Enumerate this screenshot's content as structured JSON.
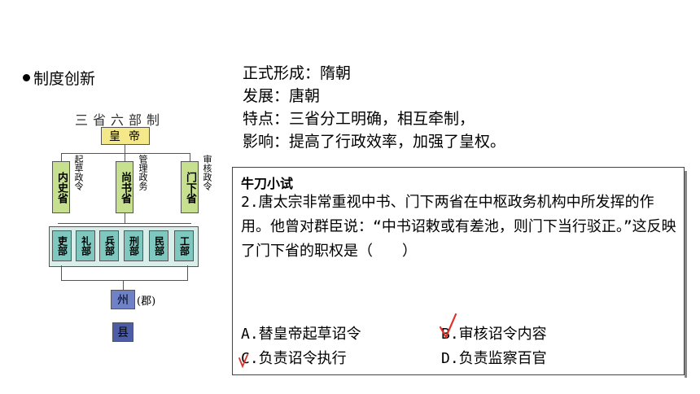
{
  "left": {
    "heading": "制度创新"
  },
  "diagram": {
    "title": "三省六部制",
    "emperor": "皇帝",
    "shengs": [
      {
        "name": "内史省",
        "note": "起草政令"
      },
      {
        "name": "尚书省",
        "note": "管理政务"
      },
      {
        "name": "门下省",
        "note": "审核政令"
      }
    ],
    "bus": [
      "吏部",
      "礼部",
      "兵部",
      "刑部",
      "民部",
      "工部"
    ],
    "zhou": "州",
    "zhou_note": "(郡)",
    "xian": "县"
  },
  "info": {
    "line1": "正式形成：隋朝",
    "line2": "发展：唐朝",
    "line3": "特点：三省分工明确，相互牵制，",
    "line4": "影响：提高了行政效率，加强了皇权。"
  },
  "quiz": {
    "title": "牛刀小试",
    "question": "2.唐太宗非常重视中书、门下两省在中枢政务机构中所发挥的作用。他曾对群臣说：“中书诏敕或有差池，则门下当行驳正。”这反映了门下省的职权是（　　）",
    "optionA": "A.替皇帝起草诏令",
    "optionB": "B.审核诏令内容",
    "optionC": "C.负责诏令执行",
    "optionD": "D.负责监察百官"
  },
  "colors": {
    "emperor_box": "#f5e88a",
    "sheng_box": "#c6e08f",
    "bu_box": "#7fc8c0",
    "zhou_box": "#6f82c8",
    "xian_box": "#4d5ea8",
    "check_mark": "#e0302a"
  }
}
